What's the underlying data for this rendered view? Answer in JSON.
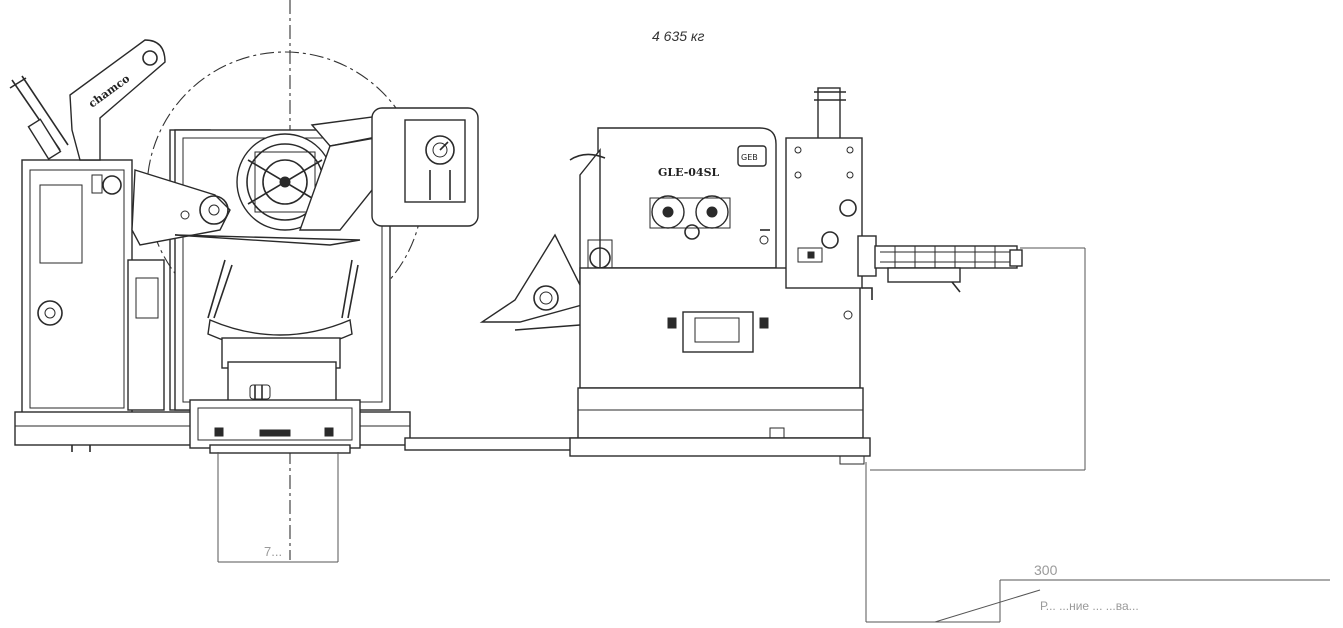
{
  "weight": "4 635 кг",
  "machine": {
    "brand_label": "chamco",
    "model_label": "GLE-04SL",
    "badge_label": "GEB"
  },
  "dimensions": {
    "bottom_left": "7...",
    "right_vertical": "",
    "bottom_right_value": "300",
    "bottom_right_label": "Р... ...ние ... ...ва..."
  },
  "colors": {
    "line": "#2a2a2a",
    "background": "#ffffff",
    "faint_text": "#9a9a9a"
  }
}
